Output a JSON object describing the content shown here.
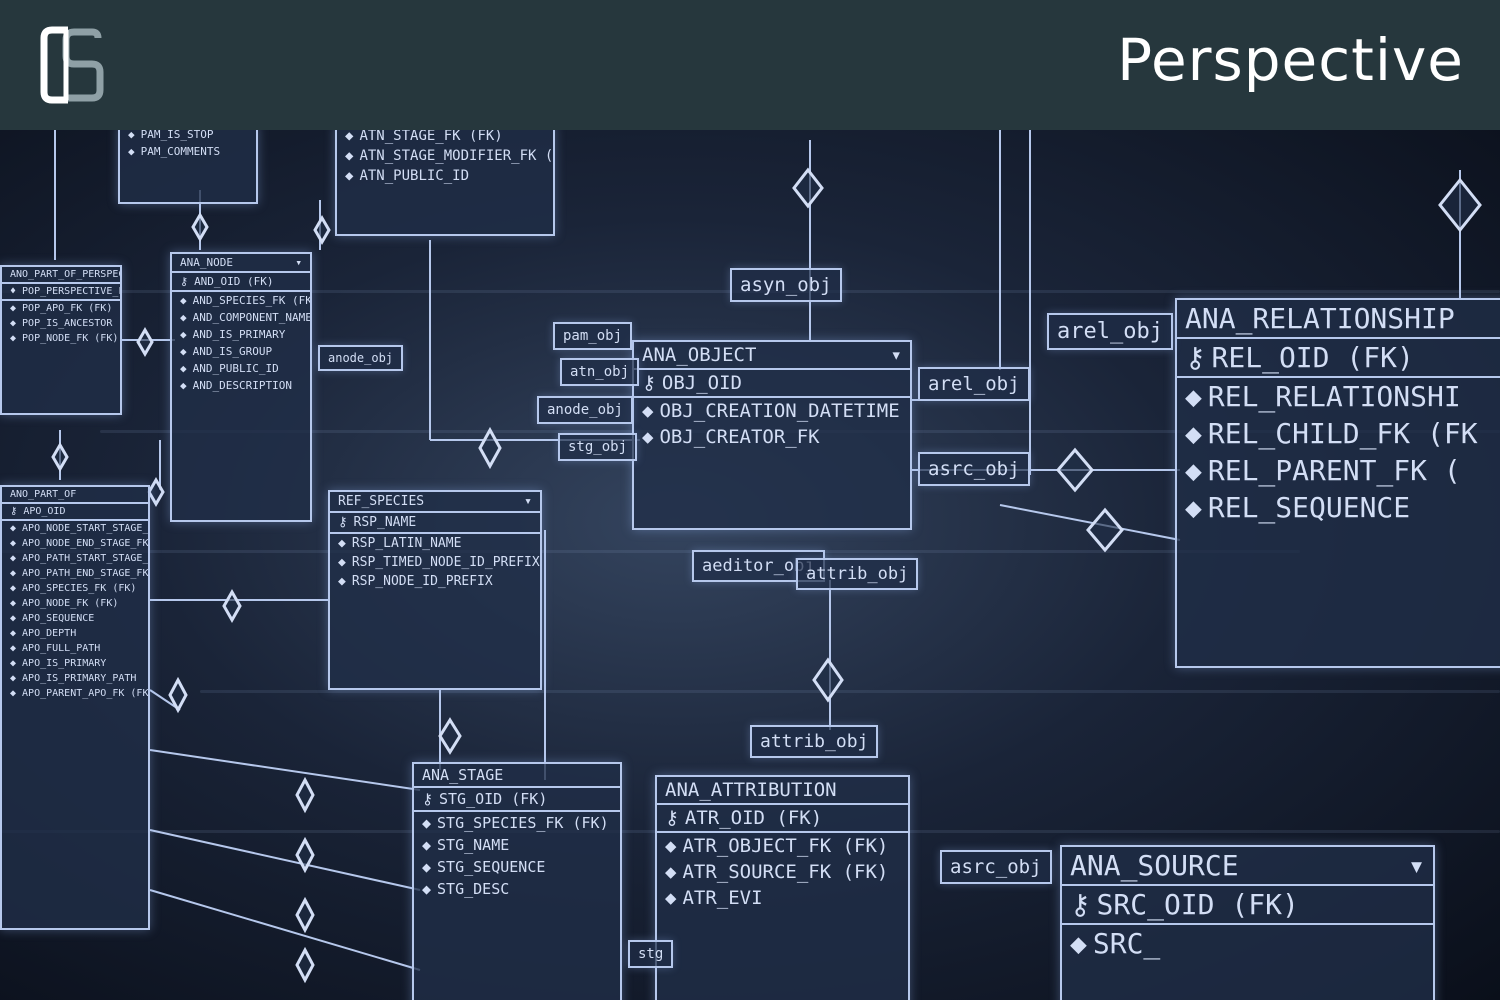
{
  "header": {
    "brand_title": "Perspective"
  },
  "colors": {
    "header_bg": "#26373d",
    "logo_white": "#ffffff",
    "logo_gray": "#8fa0a6",
    "diagram_glow": "#b6c8ec"
  },
  "diagram": {
    "ana_relationship": {
      "title": "ANA_RELATIONSHIP",
      "key": "REL_OID (FK)",
      "attrs": [
        "REL_RELATIONSHI",
        "REL_CHILD_FK (FK",
        "REL_PARENT_FK (",
        "REL_SEQUENCE"
      ]
    },
    "ana_object": {
      "title": "ANA_OBJECT",
      "key": "OBJ_OID",
      "attrs": [
        "OBJ_CREATION_DATETIME",
        "OBJ_CREATOR_FK"
      ]
    },
    "ana_node": {
      "title": "ANA_NODE",
      "key": "AND_OID (FK)",
      "attrs": [
        "AND_SPECIES_FK (FK)",
        "AND_COMPONENT_NAME",
        "AND_IS_PRIMARY",
        "AND_IS_GROUP",
        "AND_PUBLIC_ID",
        "AND_DESCRIPTION"
      ]
    },
    "ref_species": {
      "title": "REF_SPECIES",
      "key": "RSP_NAME",
      "attrs": [
        "RSP_LATIN_NAME",
        "RSP_TIMED_NODE_ID_PREFIX",
        "RSP_NODE_ID_PREFIX"
      ]
    },
    "ana_stage": {
      "title": "ANA_STAGE",
      "key": "STG_OID (FK)",
      "attrs": [
        "STG_SPECIES_FK (FK)",
        "STG_NAME",
        "STG_SEQUENCE",
        "STG_DESC"
      ]
    },
    "ana_attribution": {
      "title": "ANA_ATTRIBUTION",
      "key": "ATR_OID (FK)",
      "attrs": [
        "ATR_OBJECT_FK (FK)",
        "ATR_SOURCE_FK (FK)",
        "ATR_EVI"
      ]
    },
    "ana_source": {
      "title": "ANA_SOURCE",
      "key": "SRC_OID (FK)",
      "attrs": [
        "SRC_"
      ]
    },
    "ana_part_of": {
      "title": "ANO_PART_OF",
      "key": "APO_OID",
      "attrs": [
        "APO_NODE_START_STAGE_FK (FK)",
        "APO_NODE_END_STAGE_FK (FK)",
        "APO_PATH_START_STAGE_FK (FK)",
        "APO_PATH_END_STAGE_FK (FK)",
        "APO_SPECIES_FK (FK)",
        "APO_NODE_FK (FK)",
        "APO_SEQUENCE",
        "APO_DEPTH",
        "APO_FULL_PATH",
        "APO_IS_PRIMARY",
        "APO_IS_PRIMARY_PATH",
        "APO_PARENT_APO_FK (FK)"
      ]
    },
    "ana_part_of_perspective": {
      "title": "ANO_PART_OF_PERSPECTIVE",
      "key": "POP_PERSPECTIVE_FK (FK)",
      "attrs": [
        "POP_APO_FK (FK)",
        "POP_IS_ANCESTOR",
        "POP_NODE_FK (FK)"
      ]
    },
    "top_stage": {
      "attrs": [
        "ATN_STAGE_FK (FK)",
        "ATN_STAGE_MODIFIER_FK (FK)",
        "ATN_PUBLIC_ID"
      ]
    },
    "top_left": {
      "attrs": [
        "PAM_IS_STOP",
        "PAM_COMMENTS"
      ]
    },
    "refs": {
      "asyn_obj": "asyn_obj",
      "arel_obj_right": "arel_obj",
      "arel_obj_mid": "arel_obj",
      "asrc_obj_mid": "asrc_obj",
      "asrc_obj_low": "asrc_obj",
      "aeditor_obj": "aeditor_obj",
      "attrib_obj_mid": "attrib_obj",
      "attrib_obj_low": "attrib_obj",
      "pam_obj": "pam_obj",
      "atn_obj": "atn_obj",
      "anode_obj_1": "anode_obj",
      "anode_obj_2": "anode_obj",
      "stg_obj_1": "stg_obj",
      "stg_obj_2": "stg"
    }
  }
}
